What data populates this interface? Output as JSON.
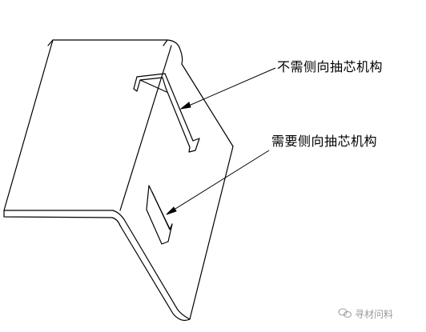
{
  "diagram": {
    "labels": {
      "no_slider": "不需侧向抽芯机构",
      "needs_slider": "需要侧向抽芯机构"
    }
  },
  "watermark": {
    "icon": "wechat-icon",
    "text": "寻材问料"
  },
  "colors": {
    "line": "#000000",
    "paper": "#ffffff",
    "watermark": "#9a9a9a"
  }
}
